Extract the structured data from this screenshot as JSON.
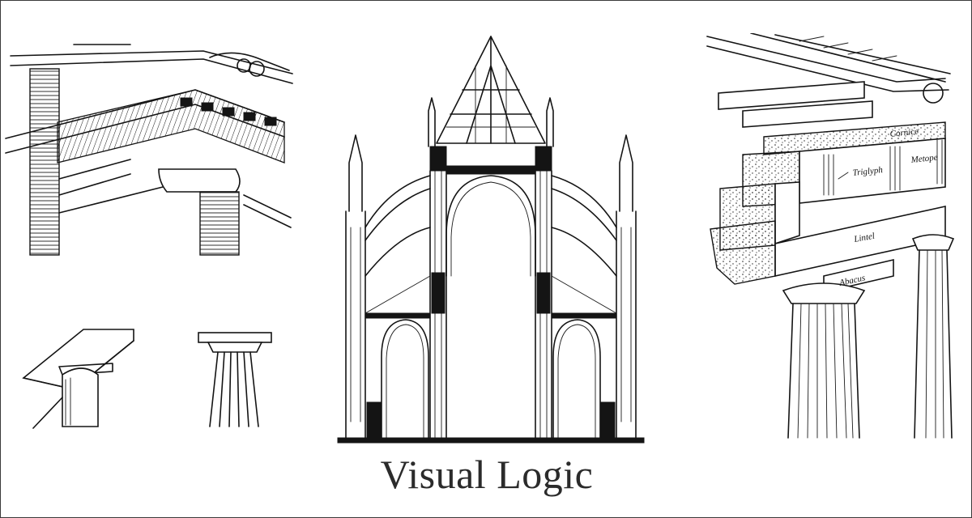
{
  "title": "Visual Logic",
  "labels": {
    "cornice": "Cornice",
    "triglyph": "Triglyph",
    "metope": "Metope",
    "lintel": "Lintel",
    "abacus": "Abacus"
  },
  "colors": {
    "ink": "#141414",
    "background": "#ffffff",
    "title": "#2b2b2b"
  }
}
